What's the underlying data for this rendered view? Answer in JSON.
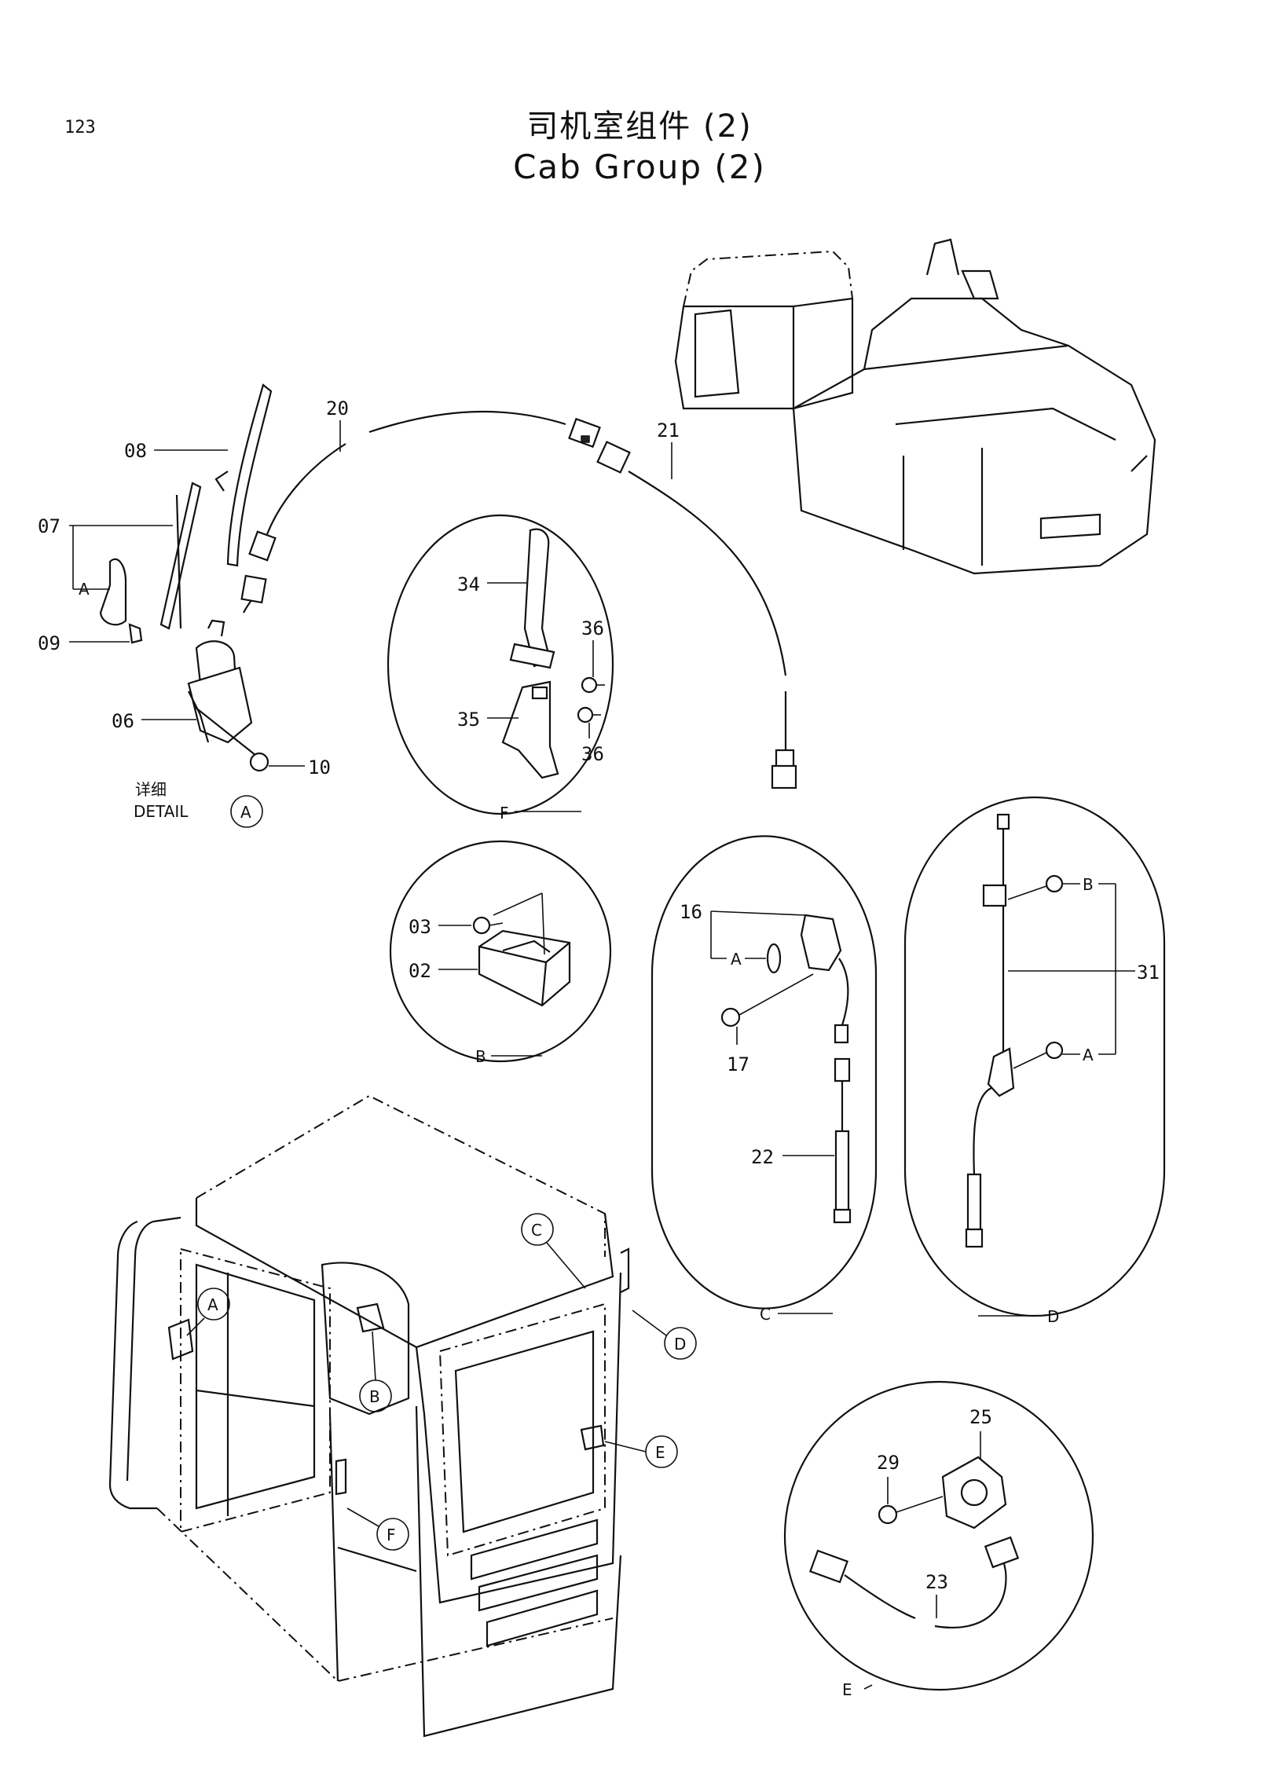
{
  "page_number": "123",
  "title_cn": "司机室组件 (2)",
  "title_en": "Cab Group (2)",
  "detail_cn": "详细",
  "detail_en": "DETAIL",
  "detail_letter": "A",
  "callouts": {
    "p08": "08",
    "p07": "07",
    "p07a": "A",
    "p09": "09",
    "p06": "06",
    "p10": "10",
    "p20": "20",
    "p21": "21",
    "p34": "34",
    "p36a": "36",
    "p35": "35",
    "p36b": "36",
    "pF": "F",
    "p03": "03",
    "p02": "02",
    "pB": "B",
    "p16": "16",
    "p16a": "A",
    "p17": "17",
    "p22": "22",
    "pC": "C",
    "p31": "31",
    "p31b": "B",
    "p31a": "A",
    "pD": "D",
    "p29": "29",
    "p25": "25",
    "p23": "23",
    "pE": "E"
  },
  "cab_markers": {
    "mA": "A",
    "mB": "B",
    "mC": "C",
    "mD": "D",
    "mE": "E",
    "mF": "F"
  }
}
